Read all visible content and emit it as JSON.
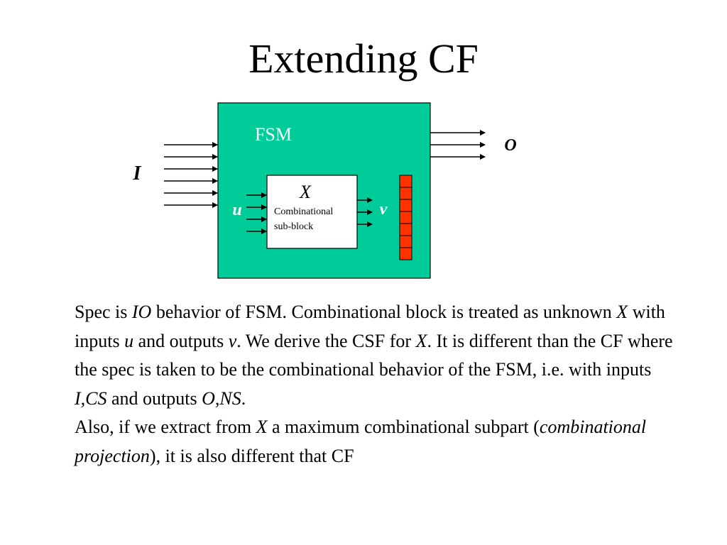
{
  "title": "Extending CF",
  "diagram": {
    "fsm_label": "FSM",
    "output_label": "O",
    "input_label": "I",
    "x_label": "X",
    "sub_block_line1": "Combinational",
    "sub_block_line2": "sub-block",
    "u_label": "u",
    "v_label": "v",
    "colors": {
      "fsm_fill": "#00CC99",
      "register_fill": "#FF3300",
      "label_text": "#FFFFFF"
    }
  },
  "body": {
    "p1": [
      {
        "text": "Spec is ",
        "italic": false
      },
      {
        "text": "IO",
        "italic": true
      },
      {
        "text": " behavior of FSM. Combinational block is treated as unknown ",
        "italic": false
      },
      {
        "text": "X",
        "italic": true
      },
      {
        "text": " with inputs ",
        "italic": false
      },
      {
        "text": "u",
        "italic": true
      },
      {
        "text": " and outputs ",
        "italic": false
      },
      {
        "text": "v",
        "italic": true
      },
      {
        "text": ". We derive the CSF for ",
        "italic": false
      },
      {
        "text": "X",
        "italic": true
      },
      {
        "text": ". It is different than the CF where the spec is taken to be the combinational behavior of the FSM, i.e. with inputs ",
        "italic": false
      },
      {
        "text": "I,CS",
        "italic": true
      },
      {
        "text": " and outputs ",
        "italic": false
      },
      {
        "text": "O,NS",
        "italic": true
      },
      {
        "text": ".",
        "italic": false
      }
    ],
    "p2": [
      {
        "text": "Also, if we extract from ",
        "italic": false
      },
      {
        "text": "X",
        "italic": true
      },
      {
        "text": " a maximum combinational subpart (",
        "italic": false
      },
      {
        "text": "combinational projection",
        "italic": true
      },
      {
        "text": "), it is also different that CF",
        "italic": false
      }
    ]
  }
}
